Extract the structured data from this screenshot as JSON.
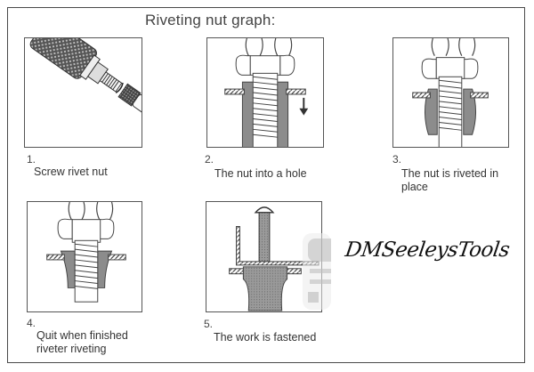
{
  "document": {
    "title": "Riveting nut graph:",
    "watermark_text": "DMSeeleysTools",
    "colors": {
      "border": "#4a4a4a",
      "text": "#333333",
      "fill_gray": "#8c8c8c",
      "background": "#ffffff"
    }
  },
  "steps": [
    {
      "number": "1.",
      "label": "Screw rivet nut",
      "illustration": "rivet-tool-screwing-nut"
    },
    {
      "number": "2.",
      "label": "The nut into a hole",
      "illustration": "nut-inserted-into-hole-with-down-arrow"
    },
    {
      "number": "3.",
      "label": "The nut is riveted in",
      "label_line2": "place",
      "illustration": "nut-riveted-bulged"
    },
    {
      "number": "4.",
      "label": "Quit when finished",
      "label_line2": "riveter riveting",
      "illustration": "tool-withdrawn-from-riveted-nut"
    },
    {
      "number": "5.",
      "label": "The work is fastened",
      "illustration": "screw-fastening-workpiece"
    }
  ]
}
